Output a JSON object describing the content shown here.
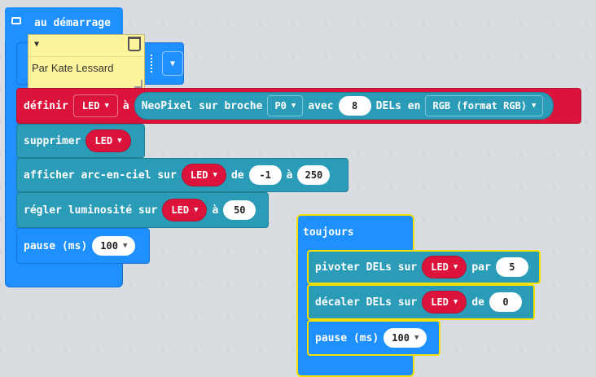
{
  "start_block": {
    "label": "au démarrage"
  },
  "comment": {
    "text": "Par Kate Lessard"
  },
  "define_block": {
    "label": "définir",
    "var": "LED",
    "to": "à",
    "neopixel_label": "NeoPixel sur broche",
    "pin": "P0",
    "with": "avec",
    "count": "8",
    "leds_in": "DELs en",
    "mode": "RGB (format RGB)"
  },
  "clear_block": {
    "label": "supprimer",
    "var": "LED"
  },
  "rainbow_block": {
    "label": "afficher arc-en-ciel sur",
    "var": "LED",
    "from": "de",
    "from_val": "-1",
    "to": "à",
    "to_val": "250"
  },
  "brightness_block": {
    "label": "régler luminosité sur",
    "var": "LED",
    "to": "à",
    "value": "50"
  },
  "pause_block_1": {
    "label": "pause (ms)",
    "value": "100"
  },
  "forever_block": {
    "label": "toujours"
  },
  "rotate_block": {
    "label": "pivoter DELs sur",
    "var": "LED",
    "by": "par",
    "value": "5"
  },
  "shift_block": {
    "label": "décaler DELs sur",
    "var": "LED",
    "by": "de",
    "value": "0"
  },
  "pause_block_2": {
    "label": "pause (ms)",
    "value": "100"
  }
}
